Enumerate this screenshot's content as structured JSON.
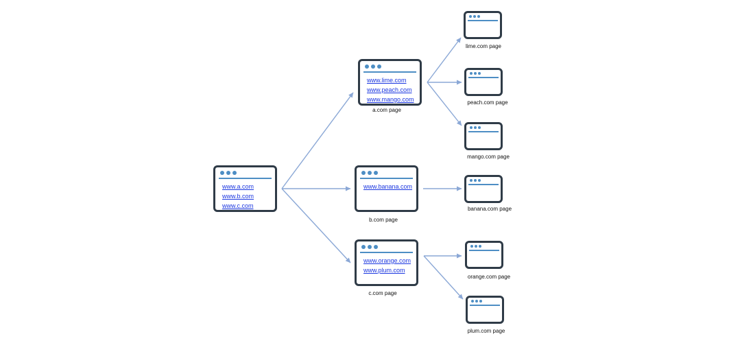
{
  "colors": {
    "window_border": "#2f3b47",
    "window_accent": "#4d8ec4",
    "link": "#1a36e0",
    "arrow": "#8ba8d6"
  },
  "root": {
    "links": [
      "www.a.com",
      "www.b.com",
      "www.c.com"
    ]
  },
  "level1": [
    {
      "caption": "a.com page",
      "links": [
        "www.lime.com",
        "www.peach.com",
        "www.mango.com"
      ]
    },
    {
      "caption": "b.com page",
      "links": [
        "www.banana.com"
      ]
    },
    {
      "caption": "c.com page",
      "links": [
        "www.orange.com",
        "www.plum.com"
      ]
    }
  ],
  "level2": [
    {
      "caption": "lime.com page"
    },
    {
      "caption": "peach.com page"
    },
    {
      "caption": "mango.com page"
    },
    {
      "caption": "banana.com page"
    },
    {
      "caption": "orange.com page"
    },
    {
      "caption": "plum.com page"
    }
  ]
}
